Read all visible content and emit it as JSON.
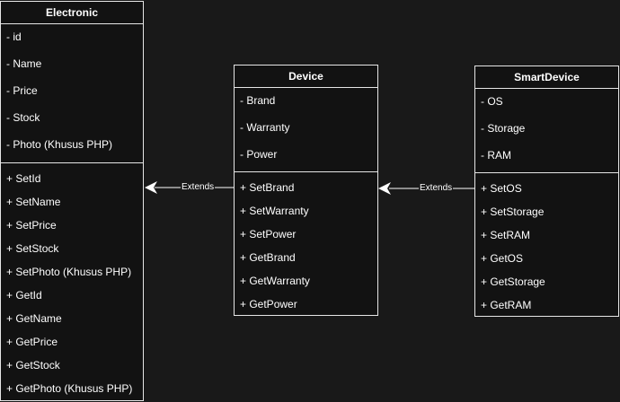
{
  "classes": {
    "electronic": {
      "name": "Electronic",
      "attributes": [
        "- id",
        "- Name",
        "- Price",
        "- Stock",
        "- Photo (Khusus PHP)"
      ],
      "methods": [
        "+ SetId",
        "+ SetName",
        "+ SetPrice",
        "+ SetStock",
        "+ SetPhoto (Khusus PHP)",
        "+ GetId",
        "+ GetName",
        "+ GetPrice",
        "+ GetStock",
        "+ GetPhoto (Khusus PHP)"
      ]
    },
    "device": {
      "name": "Device",
      "attributes": [
        "- Brand",
        "- Warranty",
        "- Power"
      ],
      "methods": [
        "+ SetBrand",
        "+ SetWarranty",
        "+ SetPower",
        "+ GetBrand",
        "+ GetWarranty",
        "+ GetPower"
      ]
    },
    "smartdevice": {
      "name": "SmartDevice",
      "attributes": [
        "- OS",
        "- Storage",
        "- RAM"
      ],
      "methods": [
        "+ SetOS",
        "+ SetStorage",
        "+ SetRAM",
        "+ GetOS",
        "+ GetStorage",
        "+ GetRAM"
      ]
    }
  },
  "relations": [
    {
      "from": "device",
      "to": "electronic",
      "label": "Extends"
    },
    {
      "from": "smartdevice",
      "to": "device",
      "label": "Extends"
    }
  ]
}
